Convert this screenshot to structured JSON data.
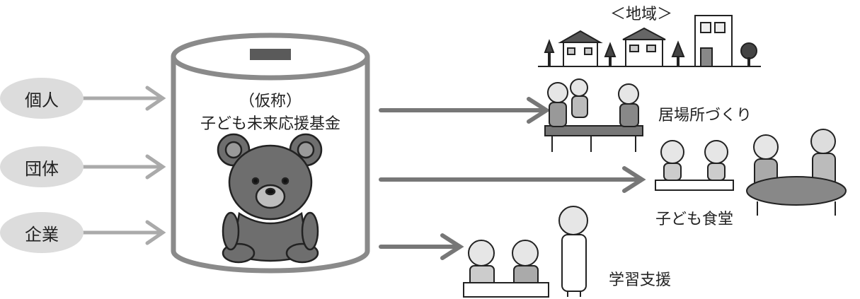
{
  "donors": [
    "個人",
    "団体",
    "企業"
  ],
  "fund": {
    "line1": "（仮称）",
    "line2": "子ども未来応援基金"
  },
  "region_label": "＜地域＞",
  "activities": [
    "居場所づくり",
    "子ども食堂",
    "学習支援"
  ],
  "colors": {
    "arrow": "#aaaaaa",
    "dark_arrow": "#777777",
    "bear": "#6e6e6e",
    "donor_bg": "#dcdcdc"
  }
}
